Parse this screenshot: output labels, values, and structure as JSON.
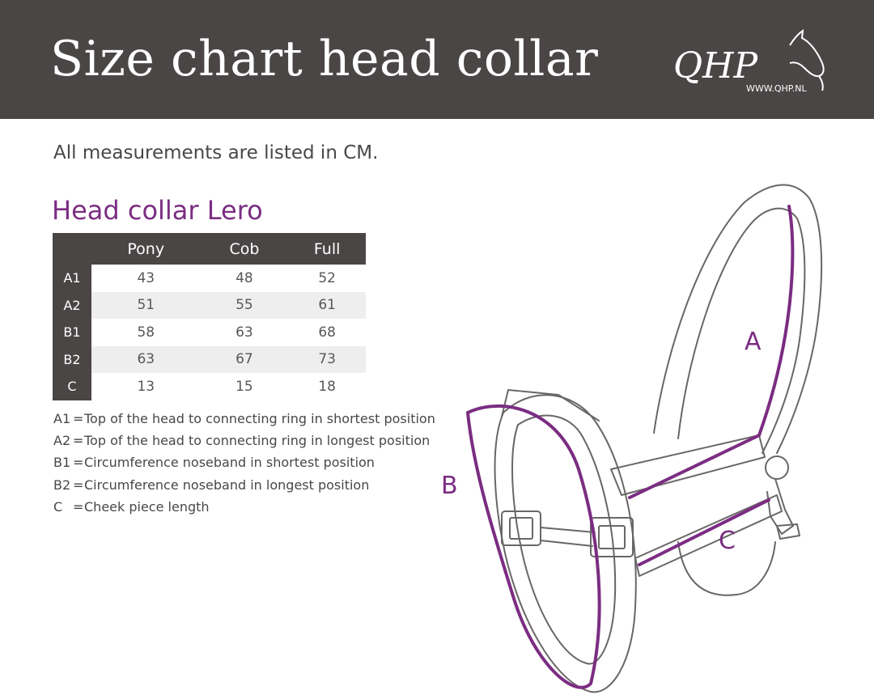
{
  "header": {
    "title": "Size chart head collar",
    "logo_text": "QHP",
    "logo_url": "WWW.QHP.NL"
  },
  "subtitle": "All measurements are listed in CM.",
  "section_title": "Head collar Lero",
  "table": {
    "columns": [
      "Pony",
      "Cob",
      "Full"
    ],
    "rows": [
      {
        "label": "A1",
        "values": [
          "43",
          "48",
          "52"
        ]
      },
      {
        "label": "A2",
        "values": [
          "51",
          "55",
          "61"
        ]
      },
      {
        "label": "B1",
        "values": [
          "58",
          "63",
          "68"
        ]
      },
      {
        "label": "B2",
        "values": [
          "63",
          "67",
          "73"
        ]
      },
      {
        "label": "C",
        "values": [
          "13",
          "15",
          "18"
        ]
      }
    ]
  },
  "legend": [
    {
      "key": "A1",
      "text": "Top of the head to connecting ring in shortest position"
    },
    {
      "key": "A2",
      "text": "Top of the head to connecting ring in longest position"
    },
    {
      "key": "B1",
      "text": "Circumference noseband in shortest position"
    },
    {
      "key": "B2",
      "text": "Circumference noseband in longest position"
    },
    {
      "key": "C",
      "text": "Cheek piece length"
    }
  ],
  "legend_separator": "=",
  "diagram": {
    "labels": {
      "a": "A",
      "b": "B",
      "c": "C"
    },
    "accent_color": "#7b2d82",
    "outline_color": "#6a6666"
  },
  "colors": {
    "header_bg": "#4a4646",
    "accent": "#7b2d82",
    "zebra": "#efeeee"
  }
}
